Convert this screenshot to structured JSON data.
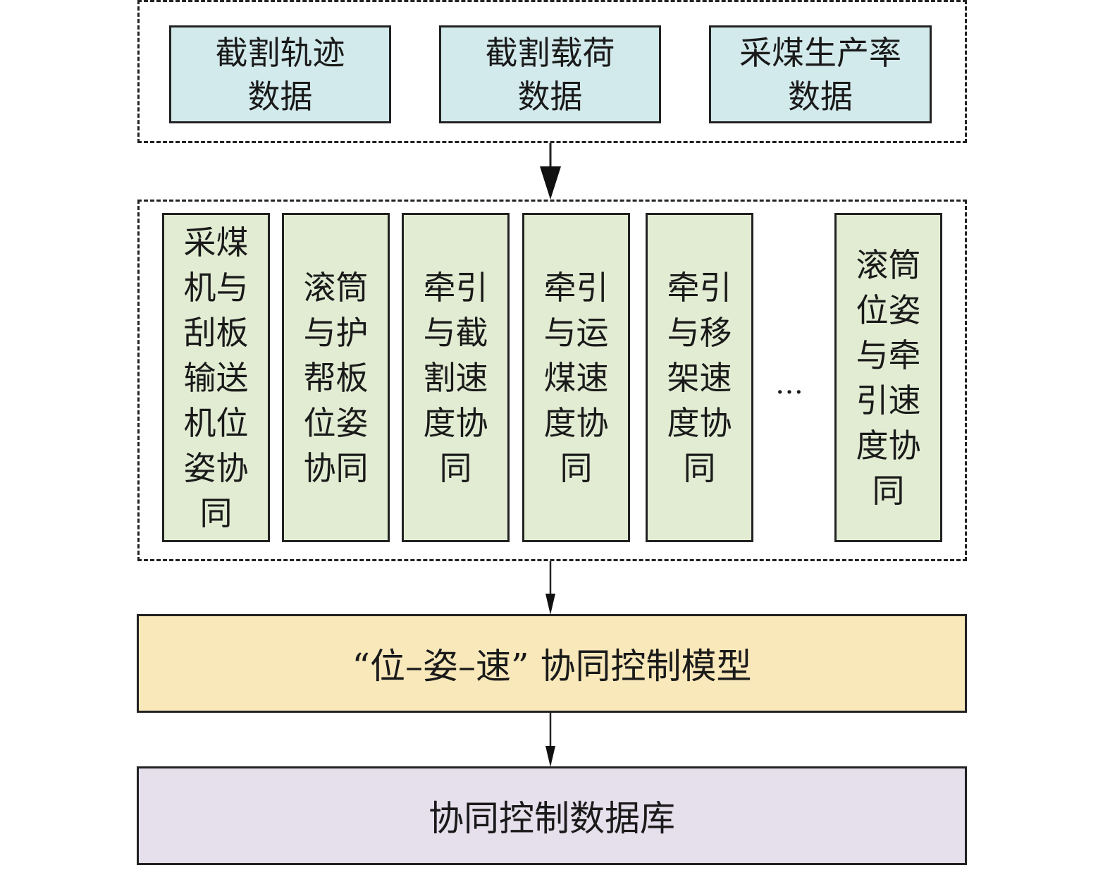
{
  "input_data": [
    {
      "line1": "截割轨迹",
      "line2": "数据"
    },
    {
      "line1": "截割载荷",
      "line2": "数据"
    },
    {
      "line1": "采煤生产率",
      "line2": "数据"
    }
  ],
  "collaboration_items": [
    "采煤机与刮板输送机位姿协同",
    "滚筒与护帮板位姿协同",
    "牵引与截割速度协同",
    "牵引与运煤速度协同",
    "牵引与移架速度协同",
    "滚筒位姿与牵引速度协同"
  ],
  "ellipsis": "…",
  "model": {
    "label": "“位–姿–速” 协同控制模型"
  },
  "database": {
    "label": "协同控制数据库"
  },
  "colors": {
    "input_fill": "#d3eaec",
    "collab_fill": "#e2ecd3",
    "model_fill": "#f8e8ba",
    "database_fill": "#e6dfec"
  }
}
